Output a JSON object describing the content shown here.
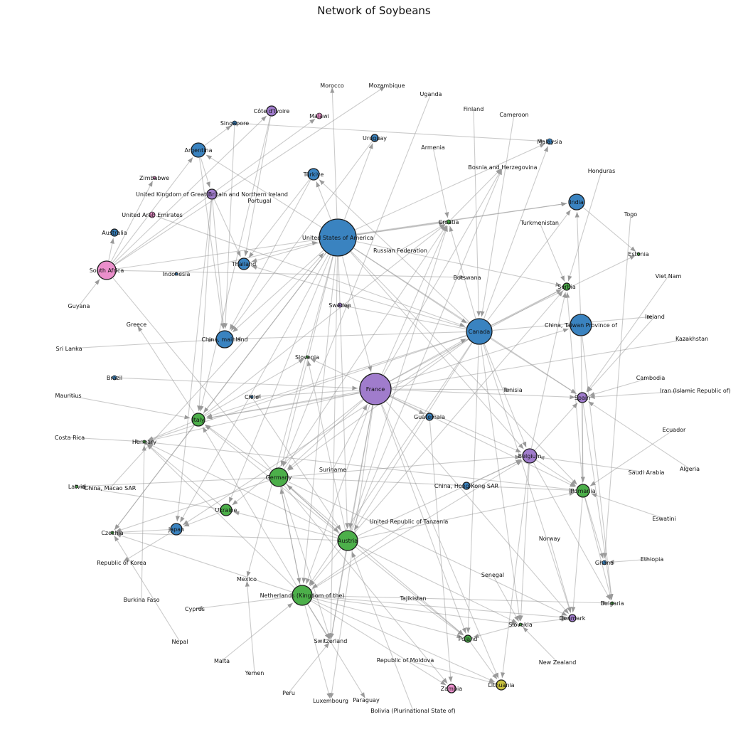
{
  "title": "Network of Soybeans",
  "colors": {
    "blue": "#3a83c0",
    "green": "#4caf4a",
    "purple": "#a07ccc",
    "pink": "#ea8fcb",
    "yellow": "#c9c23f",
    "edge": "#8c8c8c"
  },
  "nodes": [
    {
      "label": "United States of America",
      "color": "blue",
      "size": 26
    },
    {
      "label": "France",
      "color": "purple",
      "size": 22
    },
    {
      "label": "Canada",
      "color": "blue",
      "size": 18
    },
    {
      "label": "China, Taiwan Province of",
      "color": "blue",
      "size": 15
    },
    {
      "label": "South Africa",
      "color": "pink",
      "size": 13
    },
    {
      "label": "China, mainland",
      "color": "blue",
      "size": 12
    },
    {
      "label": "Netherlands (Kingdom of the)",
      "color": "green",
      "size": 14
    },
    {
      "label": "Austria",
      "color": "green",
      "size": 14
    },
    {
      "label": "Germany",
      "color": "green",
      "size": 13
    },
    {
      "label": "Belgium",
      "color": "purple",
      "size": 10
    },
    {
      "label": "Argentina",
      "color": "blue",
      "size": 10
    },
    {
      "label": "India",
      "color": "blue",
      "size": 11
    },
    {
      "label": "Italy",
      "color": "green",
      "size": 9
    },
    {
      "label": "Romania",
      "color": "green",
      "size": 9
    },
    {
      "label": "Thailand",
      "color": "blue",
      "size": 8
    },
    {
      "label": "Türkiye",
      "color": "blue",
      "size": 8
    },
    {
      "label": "Ukraine",
      "color": "green",
      "size": 8
    },
    {
      "label": "Japan",
      "color": "blue",
      "size": 8
    },
    {
      "label": "Côte d'Ivoire",
      "color": "purple",
      "size": 7
    },
    {
      "label": "United Kingdom of Great Britain and Northern Ireland",
      "color": "purple",
      "size": 7
    },
    {
      "label": "Lithuania",
      "color": "yellow",
      "size": 7
    },
    {
      "label": "Spain",
      "color": "purple",
      "size": 7
    },
    {
      "label": "Zambia",
      "color": "pink",
      "size": 6
    },
    {
      "label": "Australia",
      "color": "blue",
      "size": 5
    },
    {
      "label": "Uruguay",
      "color": "blue",
      "size": 5
    },
    {
      "label": "Guatemala",
      "color": "blue",
      "size": 5
    },
    {
      "label": "Serbia",
      "color": "green",
      "size": 5
    },
    {
      "label": "China, Hong Kong SAR",
      "color": "blue",
      "size": 5
    },
    {
      "label": "Poland",
      "color": "green",
      "size": 5
    },
    {
      "label": "Denmark",
      "color": "purple",
      "size": 5
    },
    {
      "label": "Malawi",
      "color": "pink",
      "size": 4
    },
    {
      "label": "United Arab Emirates",
      "color": "pink",
      "size": 4
    },
    {
      "label": "Malaysia",
      "color": "blue",
      "size": 4
    },
    {
      "label": "Singapore",
      "color": "blue",
      "size": 3
    },
    {
      "label": "Sweden",
      "color": "purple",
      "size": 3
    },
    {
      "label": "Croatia",
      "color": "green",
      "size": 3
    },
    {
      "label": "Slovenia",
      "color": "green",
      "size": 2
    },
    {
      "label": "Brazil",
      "color": "blue",
      "size": 3
    },
    {
      "label": "Ghana",
      "color": "blue",
      "size": 3
    },
    {
      "label": "Estonia",
      "color": "green",
      "size": 2
    },
    {
      "label": "Bulgaria",
      "color": "green",
      "size": 2
    },
    {
      "label": "Slovakia",
      "color": "green",
      "size": 2
    },
    {
      "label": "Hungary",
      "color": "green",
      "size": 2
    },
    {
      "label": "Czechia",
      "color": "green",
      "size": 2
    },
    {
      "label": "Latvia",
      "color": "green",
      "size": 2
    },
    {
      "label": "Zimbabwe",
      "color": "pink",
      "size": 2
    },
    {
      "label": "Indonesia",
      "color": "blue",
      "size": 2
    },
    {
      "label": "Chile",
      "color": "blue",
      "size": 2
    },
    {
      "label": "Morocco",
      "color": "blue",
      "size": 0
    },
    {
      "label": "Mozambique",
      "color": "blue",
      "size": 0
    },
    {
      "label": "Uganda",
      "color": "blue",
      "size": 0
    },
    {
      "label": "Finland",
      "color": "blue",
      "size": 0
    },
    {
      "label": "Cameroon",
      "color": "blue",
      "size": 0
    },
    {
      "label": "Armenia",
      "color": "blue",
      "size": 0
    },
    {
      "label": "Bosnia and Herzegovina",
      "color": "blue",
      "size": 0
    },
    {
      "label": "Honduras",
      "color": "blue",
      "size": 0
    },
    {
      "label": "Portugal",
      "color": "blue",
      "size": 0
    },
    {
      "label": "Togo",
      "color": "blue",
      "size": 0
    },
    {
      "label": "Turkmenistan",
      "color": "blue",
      "size": 0
    },
    {
      "label": "Russian Federation",
      "color": "blue",
      "size": 0
    },
    {
      "label": "Viet Nam",
      "color": "blue",
      "size": 0
    },
    {
      "label": "Botswana",
      "color": "blue",
      "size": 0
    },
    {
      "label": "Guyana",
      "color": "blue",
      "size": 0
    },
    {
      "label": "Ireland",
      "color": "blue",
      "size": 0
    },
    {
      "label": "Greece",
      "color": "blue",
      "size": 0
    },
    {
      "label": "Kazakhstan",
      "color": "blue",
      "size": 0
    },
    {
      "label": "Sri Lanka",
      "color": "blue",
      "size": 0
    },
    {
      "label": "Cambodia",
      "color": "blue",
      "size": 0
    },
    {
      "label": "Mauritius",
      "color": "blue",
      "size": 0
    },
    {
      "label": "Tunisia",
      "color": "blue",
      "size": 0
    },
    {
      "label": "Iran (Islamic Republic of)",
      "color": "blue",
      "size": 0
    },
    {
      "label": "Costa Rica",
      "color": "blue",
      "size": 0
    },
    {
      "label": "Ecuador",
      "color": "blue",
      "size": 0
    },
    {
      "label": "Suriname",
      "color": "blue",
      "size": 0
    },
    {
      "label": "Algeria",
      "color": "blue",
      "size": 0
    },
    {
      "label": "Saudi Arabia",
      "color": "blue",
      "size": 0
    },
    {
      "label": "China, Macao SAR",
      "color": "blue",
      "size": 0
    },
    {
      "label": "Eswatini",
      "color": "blue",
      "size": 0
    },
    {
      "label": "United Republic of Tanzania",
      "color": "blue",
      "size": 0
    },
    {
      "label": "Norway",
      "color": "blue",
      "size": 0
    },
    {
      "label": "Republic of Korea",
      "color": "blue",
      "size": 0
    },
    {
      "label": "Ethiopia",
      "color": "blue",
      "size": 0
    },
    {
      "label": "Mexico",
      "color": "blue",
      "size": 0
    },
    {
      "label": "Senegal",
      "color": "blue",
      "size": 0
    },
    {
      "label": "Burkina Faso",
      "color": "blue",
      "size": 0
    },
    {
      "label": "Tajikistan",
      "color": "blue",
      "size": 0
    },
    {
      "label": "Cyprus",
      "color": "blue",
      "size": 0
    },
    {
      "label": "Nepal",
      "color": "blue",
      "size": 0
    },
    {
      "label": "Switzerland",
      "color": "blue",
      "size": 0
    },
    {
      "label": "Malta",
      "color": "blue",
      "size": 0
    },
    {
      "label": "Republic of Moldova",
      "color": "blue",
      "size": 0
    },
    {
      "label": "New Zealand",
      "color": "blue",
      "size": 0
    },
    {
      "label": "Yemen",
      "color": "blue",
      "size": 0
    },
    {
      "label": "Peru",
      "color": "blue",
      "size": 0
    },
    {
      "label": "Luxembourg",
      "color": "blue",
      "size": 0
    },
    {
      "label": "Paraguay",
      "color": "blue",
      "size": 0
    },
    {
      "label": "Bolivia (Plurinational State of)",
      "color": "blue",
      "size": 0
    }
  ],
  "edges": [
    [
      "United States of America",
      "Canada"
    ],
    [
      "United States of America",
      "France"
    ],
    [
      "United States of America",
      "China, mainland"
    ],
    [
      "United States of America",
      "Netherlands (Kingdom of the)"
    ],
    [
      "United States of America",
      "Germany"
    ],
    [
      "United States of America",
      "Italy"
    ],
    [
      "United States of America",
      "Japan"
    ],
    [
      "United States of America",
      "Thailand"
    ],
    [
      "United States of America",
      "Argentina"
    ],
    [
      "United States of America",
      "India"
    ],
    [
      "United States of America",
      "Belgium"
    ],
    [
      "United States of America",
      "Austria"
    ],
    [
      "United States of America",
      "Croatia"
    ],
    [
      "United States of America",
      "Serbia"
    ],
    [
      "United States of America",
      "Spain"
    ],
    [
      "United States of America",
      "Romania"
    ],
    [
      "United States of America",
      "Uruguay"
    ],
    [
      "United States of America",
      "Morocco"
    ],
    [
      "United States of America",
      "Mexico"
    ],
    [
      "United States of America",
      "Switzerland"
    ],
    [
      "United States of America",
      "Türkiye"
    ],
    [
      "United States of America",
      "Malaysia"
    ],
    [
      "United States of America",
      "Ukraine"
    ],
    [
      "United States of America",
      "Czechia"
    ],
    [
      "France",
      "Canada"
    ],
    [
      "France",
      "Germany"
    ],
    [
      "France",
      "Italy"
    ],
    [
      "France",
      "Belgium"
    ],
    [
      "France",
      "Austria"
    ],
    [
      "France",
      "Netherlands (Kingdom of the)"
    ],
    [
      "France",
      "Spain"
    ],
    [
      "France",
      "Romania"
    ],
    [
      "France",
      "Hungary"
    ],
    [
      "France",
      "Poland"
    ],
    [
      "France",
      "Denmark"
    ],
    [
      "France",
      "Croatia"
    ],
    [
      "France",
      "Serbia"
    ],
    [
      "France",
      "Slovenia"
    ],
    [
      "France",
      "Guatemala"
    ],
    [
      "France",
      "Tunisia"
    ],
    [
      "France",
      "Switzerland"
    ],
    [
      "France",
      "Luxembourg"
    ],
    [
      "France",
      "Lithuania"
    ],
    [
      "France",
      "China, Taiwan Province of"
    ],
    [
      "France",
      "Bosnia and Herzegovina"
    ],
    [
      "France",
      "Ukraine"
    ],
    [
      "France",
      "Chile"
    ],
    [
      "Canada",
      "China, mainland"
    ],
    [
      "Canada",
      "Netherlands (Kingdom of the)"
    ],
    [
      "Canada",
      "Germany"
    ],
    [
      "Canada",
      "Italy"
    ],
    [
      "Canada",
      "Belgium"
    ],
    [
      "Canada",
      "Japan"
    ],
    [
      "Canada",
      "India"
    ],
    [
      "Canada",
      "Spain"
    ],
    [
      "Canada",
      "Serbia"
    ],
    [
      "Canada",
      "Croatia"
    ],
    [
      "Canada",
      "Austria"
    ],
    [
      "Canada",
      "Sweden"
    ],
    [
      "Canada",
      "Thailand"
    ],
    [
      "Canada",
      "Malaysia"
    ],
    [
      "Canada",
      "Ireland"
    ],
    [
      "Canada",
      "Estonia"
    ],
    [
      "Canada",
      "Hungary"
    ],
    [
      "Canada",
      "Slovakia"
    ],
    [
      "Canada",
      "Denmark"
    ],
    [
      "Canada",
      "Poland"
    ],
    [
      "Canada",
      "Türkiye"
    ],
    [
      "Austria",
      "Germany"
    ],
    [
      "Austria",
      "Italy"
    ],
    [
      "Austria",
      "Netherlands (Kingdom of the)"
    ],
    [
      "Austria",
      "Belgium"
    ],
    [
      "Austria",
      "Romania"
    ],
    [
      "Austria",
      "Croatia"
    ],
    [
      "Austria",
      "Hungary"
    ],
    [
      "Austria",
      "Slovakia"
    ],
    [
      "Austria",
      "Switzerland"
    ],
    [
      "Austria",
      "Czechia"
    ],
    [
      "Austria",
      "Slovenia"
    ],
    [
      "Austria",
      "Ukraine"
    ],
    [
      "Austria",
      "Poland"
    ],
    [
      "Austria",
      "Serbia"
    ],
    [
      "Austria",
      "Bosnia and Herzegovina"
    ],
    [
      "Germany",
      "Italy"
    ],
    [
      "Germany",
      "Netherlands (Kingdom of the)"
    ],
    [
      "Germany",
      "Belgium"
    ],
    [
      "Germany",
      "Austria"
    ],
    [
      "Germany",
      "Poland"
    ],
    [
      "Germany",
      "Czechia"
    ],
    [
      "Germany",
      "Denmark"
    ],
    [
      "Germany",
      "Switzerland"
    ],
    [
      "Germany",
      "Latvia"
    ],
    [
      "Germany",
      "Croatia"
    ],
    [
      "Germany",
      "Romania"
    ],
    [
      "Netherlands (Kingdom of the)",
      "Belgium"
    ],
    [
      "Netherlands (Kingdom of the)",
      "Germany"
    ],
    [
      "Netherlands (Kingdom of the)",
      "Italy"
    ],
    [
      "Netherlands (Kingdom of the)",
      "Czechia"
    ],
    [
      "Netherlands (Kingdom of the)",
      "Denmark"
    ],
    [
      "Netherlands (Kingdom of the)",
      "Slovakia"
    ],
    [
      "Netherlands (Kingdom of the)",
      "Poland"
    ],
    [
      "Netherlands (Kingdom of the)",
      "Lithuania"
    ],
    [
      "Netherlands (Kingdom of the)",
      "Luxembourg"
    ],
    [
      "Netherlands (Kingdom of the)",
      "Switzerland"
    ],
    [
      "Netherlands (Kingdom of the)",
      "Bulgaria"
    ],
    [
      "Netherlands (Kingdom of the)",
      "Zambia"
    ],
    [
      "Netherlands (Kingdom of the)",
      "Paraguay"
    ],
    [
      "Netherlands (Kingdom of the)",
      "Hungary"
    ],
    [
      "Netherlands (Kingdom of the)",
      "Cyprus"
    ],
    [
      "Belgium",
      "Romania"
    ],
    [
      "Belgium",
      "Spain"
    ],
    [
      "Belgium",
      "Serbia"
    ],
    [
      "Belgium",
      "Bulgaria"
    ],
    [
      "Belgium",
      "Slovakia"
    ],
    [
      "Belgium",
      "Lithuania"
    ],
    [
      "China, Taiwan Province of",
      "India"
    ],
    [
      "China, Taiwan Province of",
      "Bulgaria"
    ],
    [
      "China, Taiwan Province of",
      "Romania"
    ],
    [
      "Romania",
      "Serbia"
    ],
    [
      "Romania",
      "Bulgaria"
    ],
    [
      "Romania",
      "Denmark"
    ],
    [
      "Romania",
      "Ghana"
    ],
    [
      "Romania",
      "Hungary"
    ],
    [
      "Italy",
      "Hungary"
    ],
    [
      "Italy",
      "Croatia"
    ],
    [
      "Italy",
      "Slovenia"
    ],
    [
      "Italy",
      "Greece"
    ],
    [
      "Italy",
      "Czechia"
    ],
    [
      "South Africa",
      "Zimbabwe"
    ],
    [
      "South Africa",
      "Malawi"
    ],
    [
      "South Africa",
      "Zambia"
    ],
    [
      "South Africa",
      "Botswana"
    ],
    [
      "South Africa",
      "Mozambique"
    ],
    [
      "South Africa",
      "Australia"
    ],
    [
      "South Africa",
      "Argentina"
    ],
    [
      "South Africa",
      "Côte d'Ivoire"
    ],
    [
      "South Africa",
      "India"
    ],
    [
      "Argentina",
      "China, mainland"
    ],
    [
      "Argentina",
      "Singapore"
    ],
    [
      "Argentina",
      "United Kingdom of Great Britain and Northern Ireland"
    ],
    [
      "United Kingdom of Great Britain and Northern Ireland",
      "China, mainland"
    ],
    [
      "United Kingdom of Great Britain and Northern Ireland",
      "Thailand"
    ],
    [
      "United Kingdom of Great Britain and Northern Ireland",
      "Italy"
    ],
    [
      "United Kingdom of Great Britain and Northern Ireland",
      "Japan"
    ],
    [
      "Türkiye",
      "Thailand"
    ],
    [
      "Türkiye",
      "China, mainland"
    ],
    [
      "Côte d'Ivoire",
      "Thailand"
    ],
    [
      "Côte d'Ivoire",
      "Italy"
    ],
    [
      "Singapore",
      "Malaysia"
    ],
    [
      "Singapore",
      "China, mainland"
    ],
    [
      "Uruguay",
      "China, mainland"
    ],
    [
      "India",
      "Estonia"
    ],
    [
      "Ukraine",
      "Hungary"
    ],
    [
      "Ukraine",
      "Japan"
    ],
    [
      "Ukraine",
      "Latvia"
    ],
    [
      "Japan",
      "Republic of Korea"
    ],
    [
      "Japan",
      "Czechia"
    ],
    [
      "Slovakia",
      "Denmark"
    ],
    [
      "Slovakia",
      "Poland"
    ],
    [
      "Poland",
      "Lithuania"
    ],
    [
      "Croatia",
      "Bosnia and Herzegovina"
    ],
    [
      "Spain",
      "Bulgaria"
    ],
    [
      "Spain",
      "Romania"
    ],
    [
      "China, Hong Kong SAR",
      "Belgium"
    ],
    [
      "Guatemala",
      "Zambia"
    ],
    [
      "Russian Federation",
      "Croatia"
    ],
    [
      "Honduras",
      "Serbia"
    ],
    [
      "Togo",
      "Ghana"
    ],
    [
      "Viet Nam",
      "Spain"
    ],
    [
      "Kazakhstan",
      "Italy"
    ],
    [
      "Ireland",
      "Spain"
    ],
    [
      "Cambodia",
      "Spain"
    ],
    [
      "Iran (Islamic Republic of)",
      "Spain"
    ],
    [
      "Ecuador",
      "Romania"
    ],
    [
      "Saudi Arabia",
      "Belgium"
    ],
    [
      "Algeria",
      "Spain"
    ],
    [
      "Eswatini",
      "Romania"
    ],
    [
      "Ethiopia",
      "Ghana"
    ],
    [
      "Sri Lanka",
      "China, mainland"
    ],
    [
      "Mauritius",
      "Italy"
    ],
    [
      "Costa Rica",
      "Hungary"
    ],
    [
      "Guyana",
      "South Africa"
    ],
    [
      "Tajikistan",
      "Poland"
    ],
    [
      "Republic of Moldova",
      "Lithuania"
    ],
    [
      "Senegal",
      "Slovakia"
    ],
    [
      "Norway",
      "Denmark"
    ],
    [
      "New Zealand",
      "Slovakia"
    ],
    [
      "Peru",
      "Switzerland"
    ],
    [
      "Bolivia (Plurinational State of)",
      "Austria"
    ],
    [
      "Nepal",
      "Czechia"
    ],
    [
      "Malta",
      "Netherlands (Kingdom of the)"
    ],
    [
      "Yemen",
      "Mexico"
    ],
    [
      "Burkina Faso",
      "Hungary"
    ],
    [
      "Cameroon",
      "Canada"
    ],
    [
      "Finland",
      "Canada"
    ],
    [
      "Uganda",
      "Germany"
    ],
    [
      "Armenia",
      "Croatia"
    ],
    [
      "Turkmenistan",
      "Serbia"
    ],
    [
      "China, Macao SAR",
      "United States of America"
    ],
    [
      "Suriname",
      "France"
    ],
    [
      "United Republic of Tanzania",
      "Netherlands (Kingdom of the)"
    ],
    [
      "Brazil",
      "France"
    ],
    [
      "Indonesia",
      "United States of America"
    ],
    [
      "United Arab Emirates",
      "Canada"
    ],
    [
      "Chile",
      "Austria"
    ]
  ]
}
